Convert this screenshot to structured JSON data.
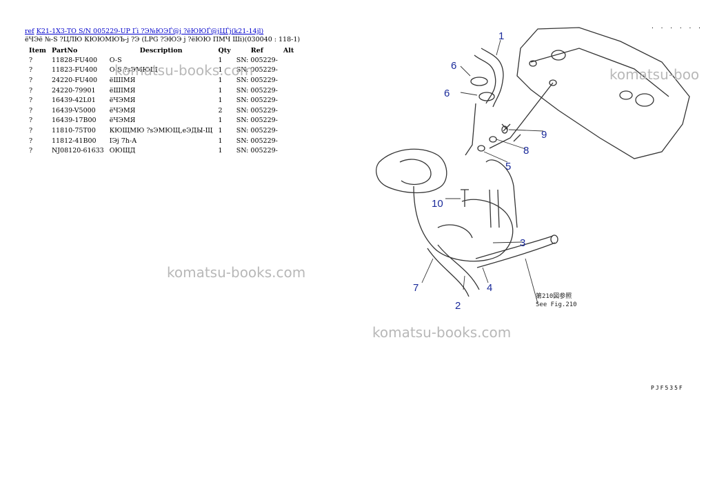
{
  "header": {
    "ref_link": "ref",
    "model_link": "K21-1X3-TO S/N 005229-UP Ґі ?Э№ЮЭЃ@j ?ёЮЮЃ@јЦЃј(k21-14jl)",
    "subtitle": "ёЧЭё №-S ?ЦЛЮ КЮЮМЮЪ-ј ?Э (LPG ?ЭЮЭ ј ?ёЮЮ ПМЧ Ші)(030040 : 118-1)"
  },
  "table": {
    "columns": [
      "Item",
      "PartNo",
      "Description",
      "Qty",
      "Ref",
      "Alt"
    ],
    "rows": [
      {
        "item": "?",
        "part": "11828-FU400",
        "desc": "O-S",
        "qty": "1",
        "ref": "SN: 005229-"
      },
      {
        "item": "?",
        "part": "11823-FU400",
        "desc": "O-S ?sЭМЮЩ",
        "qty": "1",
        "ref": "SN: 005229-"
      },
      {
        "item": "?",
        "part": "24220-FU400",
        "desc": "ёШІМЯ",
        "qty": "1",
        "ref": "SN: 005229-"
      },
      {
        "item": "?",
        "part": "24220-79901",
        "desc": "ёШІМЯ",
        "qty": "1",
        "ref": "SN: 005229-"
      },
      {
        "item": "?",
        "part": "16439-42L01",
        "desc": "ёЧЭМЯ",
        "qty": "1",
        "ref": "SN: 005229-"
      },
      {
        "item": "?",
        "part": "16439-V5000",
        "desc": "ёЧЭМЯ",
        "qty": "2",
        "ref": "SN: 005229-"
      },
      {
        "item": "?",
        "part": "16439-17B00",
        "desc": "ёЧЭМЯ",
        "qty": "1",
        "ref": "SN: 005229-"
      },
      {
        "item": "?",
        "part": "11810-75T00",
        "desc": "КЮЩМЮ ?sЭМЮЩ,еЭДЫ-Щ",
        "qty": "1",
        "ref": "SN: 005229-"
      },
      {
        "item": "?",
        "part": "11812-41B00",
        "desc": "ІЭј 7h-А",
        "qty": "1",
        "ref": "SN: 005229-"
      },
      {
        "item": "?",
        "part": "NJ08120-61633",
        "desc": "ОЮЩД",
        "qty": "1",
        "ref": "SN: 005229-"
      }
    ]
  },
  "watermarks": [
    "komatsu-books.com",
    "komatsu-boo",
    "komatsu-books.com",
    "komatsu-books.com"
  ],
  "diagram": {
    "callouts": [
      "1",
      "2",
      "3",
      "4",
      "5",
      "6",
      "6",
      "7",
      "8",
      "9",
      "10"
    ],
    "note_line1": "第210図参照",
    "note_line2": "See Fig.210"
  },
  "dots": ". . . . . .",
  "page_code": "PJF535F"
}
